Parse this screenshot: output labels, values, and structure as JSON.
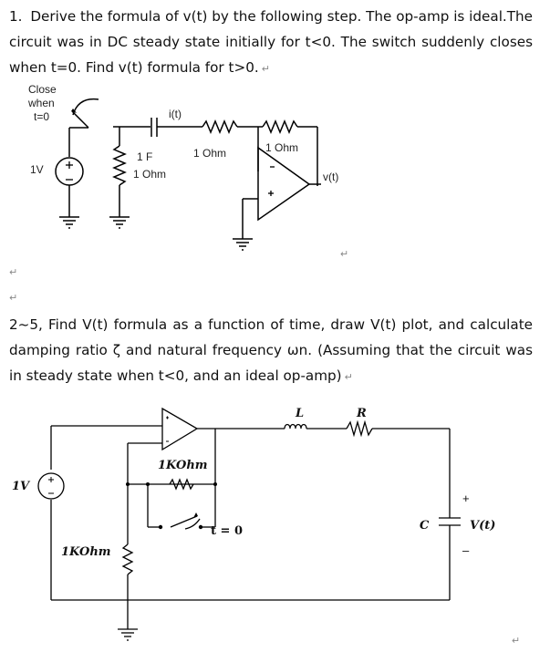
{
  "problem1": {
    "number": "1.",
    "text": "Derive the formula of v(t) by the following step. The op-amp is ideal.The circuit was in DC steady state initially for t<0. The switch suddenly closes when t=0. Find v(t) formula for t>0.",
    "circuit": {
      "switch_label_line1": "Close",
      "switch_label_line2": "when",
      "switch_label_line3": "t=0",
      "source_label": "1V",
      "current_label": "i(t)",
      "capacitor_label": "1 F",
      "shunt_resistor_label": "1 Ohm",
      "series_resistor_label": "1 Ohm",
      "feedback_resistor_label": "1 Ohm",
      "output_label": "v(t)",
      "minus_sign": "-",
      "plus_sign": "+"
    }
  },
  "problem2": {
    "text": "2~5, Find V(t) formula as a function of time, draw V(t) plot, and calculate damping ratio ζ and natural frequency ωn. (Assuming that the circuit was in steady state when t<0, and an ideal op-amp)",
    "circuit": {
      "inductor_label": "L",
      "resistor_label": "R",
      "feedback_resistor_label": "1KOhm",
      "ground_resistor_label": "1KOhm",
      "source_label": "1V",
      "switch_label": "t = 0",
      "capacitor_label": "C",
      "output_label": "V(t)",
      "plus_sign": "+",
      "minus_sign": "–"
    }
  },
  "return_mark": "↵"
}
